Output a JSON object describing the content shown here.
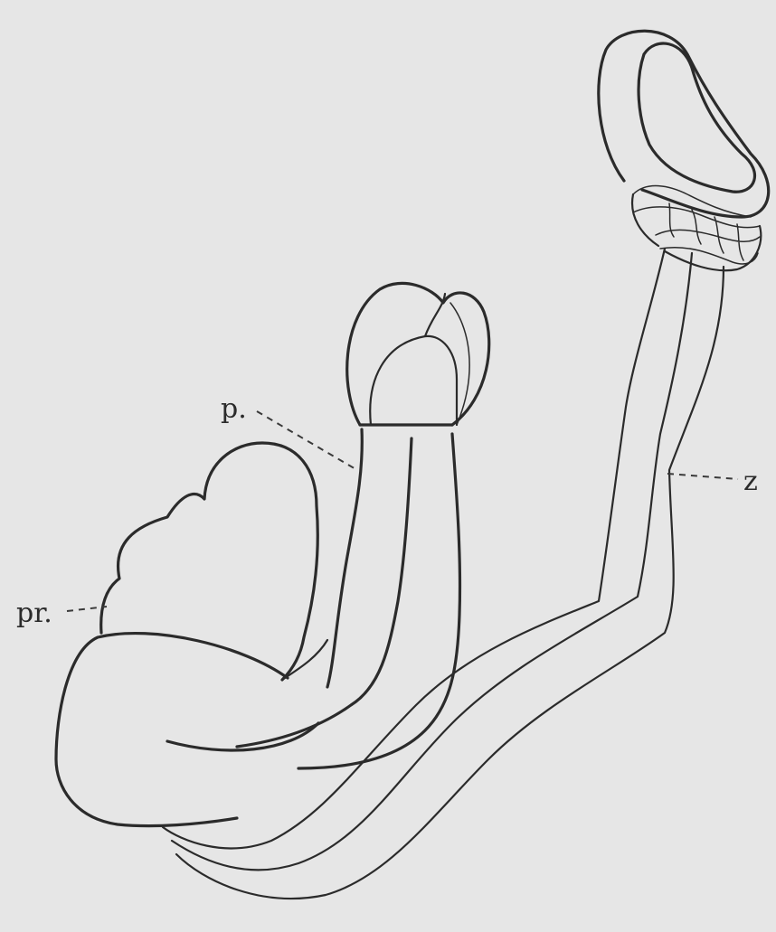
{
  "labels": {
    "p": "p.",
    "pr": "pr.",
    "z": "z"
  },
  "colors": {
    "background": "#e6e6e6",
    "ink": "#2b2b2b"
  }
}
